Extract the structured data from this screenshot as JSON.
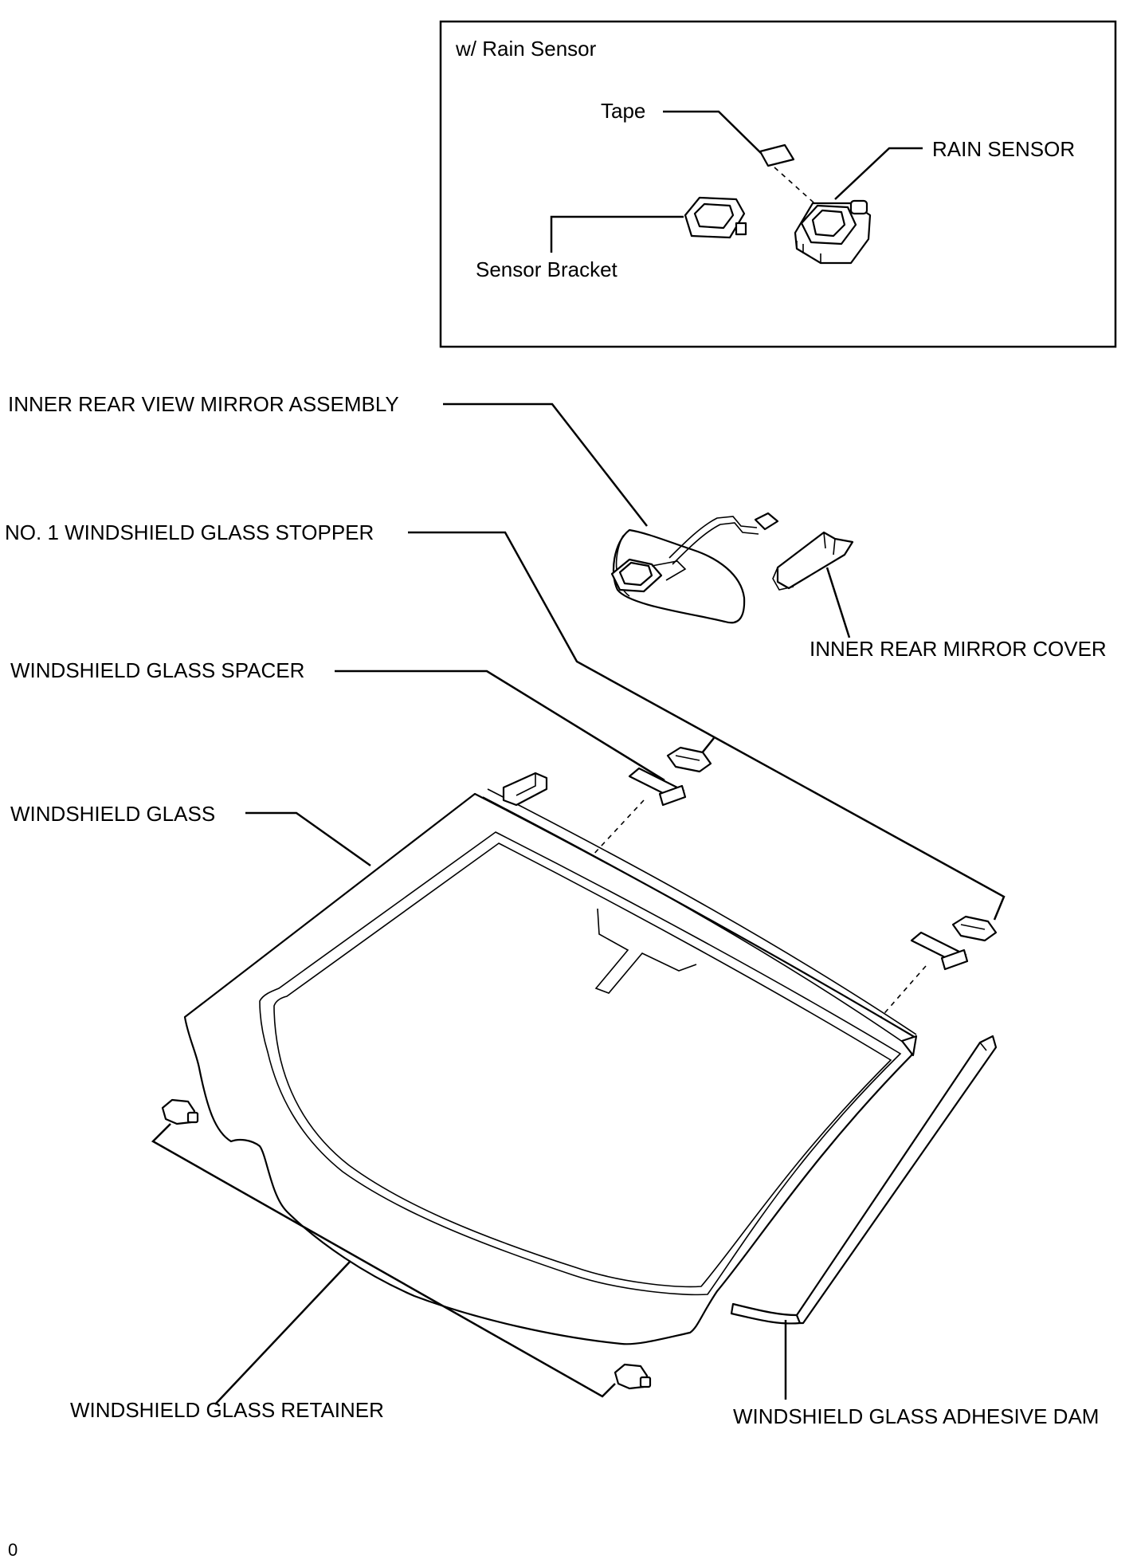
{
  "inset": {
    "title": "w/ Rain Sensor",
    "labels": {
      "tape": "Tape",
      "rain_sensor": "RAIN SENSOR",
      "sensor_bracket": "Sensor Bracket"
    }
  },
  "labels": {
    "inner_rear_view_mirror_assembly": "INNER REAR VIEW MIRROR ASSEMBLY",
    "no1_windshield_glass_stopper": "NO. 1 WINDSHIELD GLASS STOPPER",
    "inner_rear_mirror_cover": "INNER REAR MIRROR COVER",
    "windshield_glass_spacer": "WINDSHIELD GLASS SPACER",
    "windshield_glass": "WINDSHIELD GLASS",
    "windshield_glass_retainer": "WINDSHIELD GLASS RETAINER",
    "windshield_glass_adhesive_dam": "WINDSHIELD GLASS ADHESIVE DAM"
  },
  "footer": {
    "code": "0"
  }
}
